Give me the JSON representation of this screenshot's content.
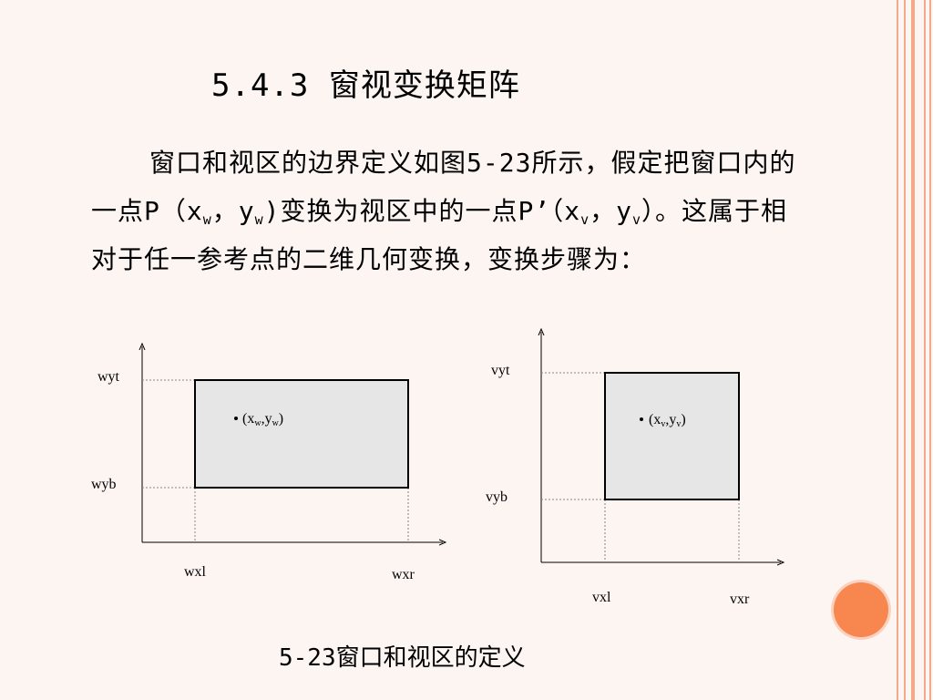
{
  "slide": {
    "title": "5.4.3 窗视变换矩阵",
    "paragraph": {
      "part1": "窗口和视区的边界定义如图",
      "fig_ref": "5-23",
      "part2": "所示，假定把窗口内的一点",
      "p": "P（x",
      "w1": "w",
      "comma": "，y",
      "w2": "w",
      "part3": ")变换为视区中的一点",
      "pprime": "P’（x",
      "v1": "v",
      "comma2": "，y",
      "v2": "v",
      "part4": "）。这属于相对于任一参考点的二维几何变换，变换步骤为："
    },
    "caption": "5-23窗口和视区的定义"
  },
  "window_figure": {
    "top_label": "wyt",
    "bottom_label": "wyb",
    "left_label": "wxl",
    "right_label": "wxr",
    "point_label": "(x",
    "point_sub1": "w",
    "point_mid": ",y",
    "point_sub2": "w",
    "point_end": ")"
  },
  "viewport_figure": {
    "top_label": "vyt",
    "bottom_label": "vyb",
    "left_label": "vxl",
    "right_label": "vxr",
    "point_label": "(x",
    "point_sub1": "v",
    "point_mid": ",y",
    "point_sub2": "v",
    "point_end": ")"
  },
  "colors": {
    "background": "#fdf5f2",
    "stripe": "#f3a98a",
    "accent_circle": "#f7864f",
    "box_fill": "#e6e6e6"
  }
}
